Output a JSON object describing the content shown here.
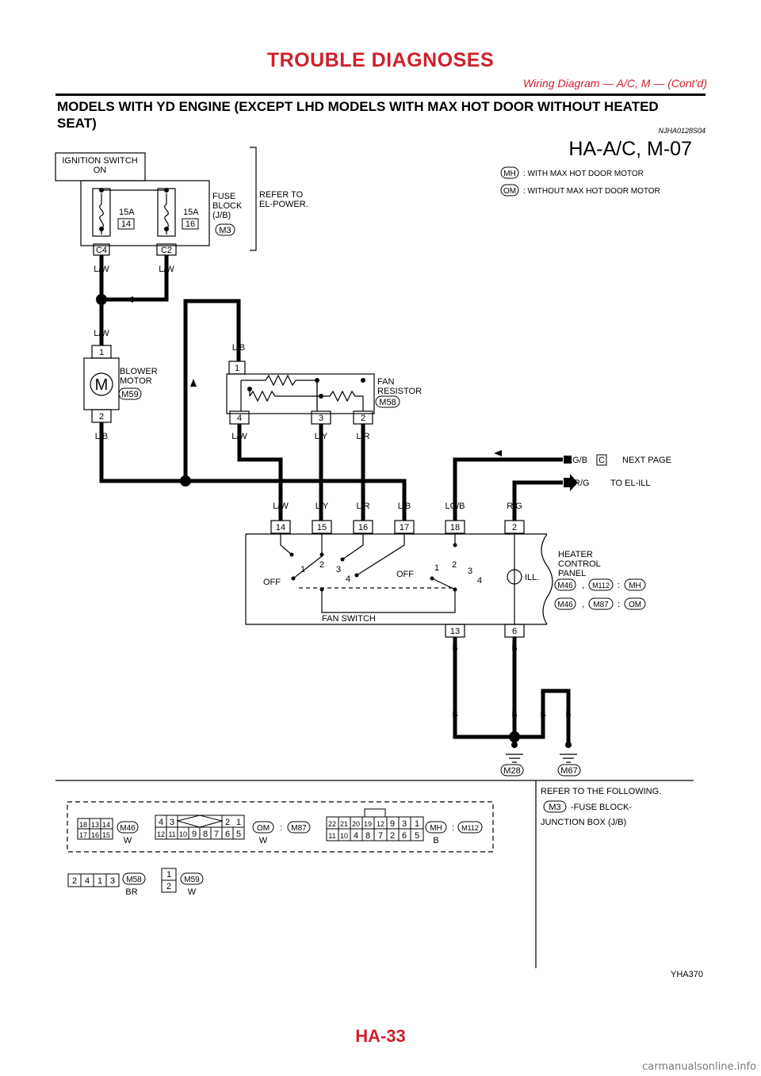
{
  "header": {
    "title": "TROUBLE DIAGNOSES",
    "subtitle": "Wiring Diagram — A/C, M — (Cont’d)"
  },
  "section": {
    "title": "MODELS WITH YD ENGINE (EXCEPT LHD MODELS WITH MAX HOT DOOR WITHOUT HEATED SEAT)",
    "ref_code": "NJHA0128S04"
  },
  "diagram": {
    "code": "HA-A/C, M-07",
    "legend": [
      {
        "badge": "MH",
        "text": ": WITH MAX HOT DOOR MOTOR"
      },
      {
        "badge": "OM",
        "text": ": WITHOUT MAX HOT DOOR MOTOR"
      }
    ],
    "ignition": {
      "line1": "IGNITION SWITCH",
      "line2": "ON"
    },
    "fuse_a": {
      "amp": "15A",
      "num": "14"
    },
    "fuse_b": {
      "amp": "15A",
      "num": "16"
    },
    "fuse_block": {
      "l1": "FUSE",
      "l2": "BLOCK",
      "l3": "(J/B)",
      "conn": "M3"
    },
    "refer": {
      "l1": "REFER TO",
      "l2": "EL-POWER."
    },
    "term_c4": "C4",
    "term_c2": "C2",
    "blower": {
      "l1": "BLOWER",
      "l2": "MOTOR",
      "conn": "M59",
      "symbol": "M",
      "pin1": "1",
      "pin2": "2"
    },
    "resistor": {
      "l1": "FAN",
      "l2": "RESISTOR",
      "conn": "M58",
      "pin1": "1",
      "pin4": "4",
      "pin3": "3",
      "pin2": "2"
    },
    "wires": {
      "lw": "L/W",
      "lb": "L/B",
      "ly": "L/Y",
      "lr": "L/R",
      "lgb": "LG/B",
      "rg": "R/G",
      "b": "B"
    },
    "next_page": {
      "badge": "C",
      "text": "NEXT PAGE"
    },
    "to_ill": "TO EL-ILL",
    "panel": {
      "l1": "HEATER",
      "l2": "CONTROL",
      "l3": "PANEL",
      "pins_top": [
        "14",
        "15",
        "16",
        "17",
        "18",
        "2"
      ],
      "pins_bottom": [
        "13",
        "6"
      ],
      "fan_switch": "FAN SWITCH",
      "off": "OFF",
      "pos": [
        "1",
        "2",
        "3",
        "4"
      ],
      "ill": "ILL.",
      "conn1": "M46",
      "conn2": "M112",
      "conn3": "M87",
      "sep": ",",
      "colon": ":"
    },
    "grounds": [
      "M28",
      "M67"
    ],
    "refer_following": "REFER TO THE FOLLOWING.",
    "refer_item_conn": "M3",
    "refer_item_text": "-FUSE BLOCK-",
    "refer_item_text2": "JUNCTION BOX (J/B)",
    "connectors": {
      "m46": {
        "top": [
          "18",
          "13",
          "14"
        ],
        "bottom": [
          "17",
          "16",
          "15"
        ],
        "label": "M46",
        "color": "W"
      },
      "m87": {
        "top_left": [
          "4",
          "3"
        ],
        "top_right": [
          "2",
          "1"
        ],
        "bottom": [
          "12",
          "11",
          "10",
          "9",
          "8",
          "7",
          "6",
          "5"
        ],
        "badge": "OM",
        "color": "W",
        "label": "M87"
      },
      "m112": {
        "top": [
          "22",
          "21",
          "20",
          "19",
          "12",
          "9",
          "3",
          "1"
        ],
        "bottom": [
          "11",
          "10",
          "4",
          "8",
          "7",
          "2",
          "6",
          "5"
        ],
        "badge": "MH",
        "color": "B",
        "label": "M112"
      },
      "m58": {
        "pins": [
          "2",
          "4",
          "1",
          "3"
        ],
        "label": "M58",
        "color": "BR"
      },
      "m59": {
        "pins": [
          "1",
          "2"
        ],
        "label": "M59",
        "color": "W"
      }
    },
    "figure_code": "YHA370"
  },
  "footer": {
    "page": "HA-33",
    "watermark": "carmanualsonline.info"
  }
}
